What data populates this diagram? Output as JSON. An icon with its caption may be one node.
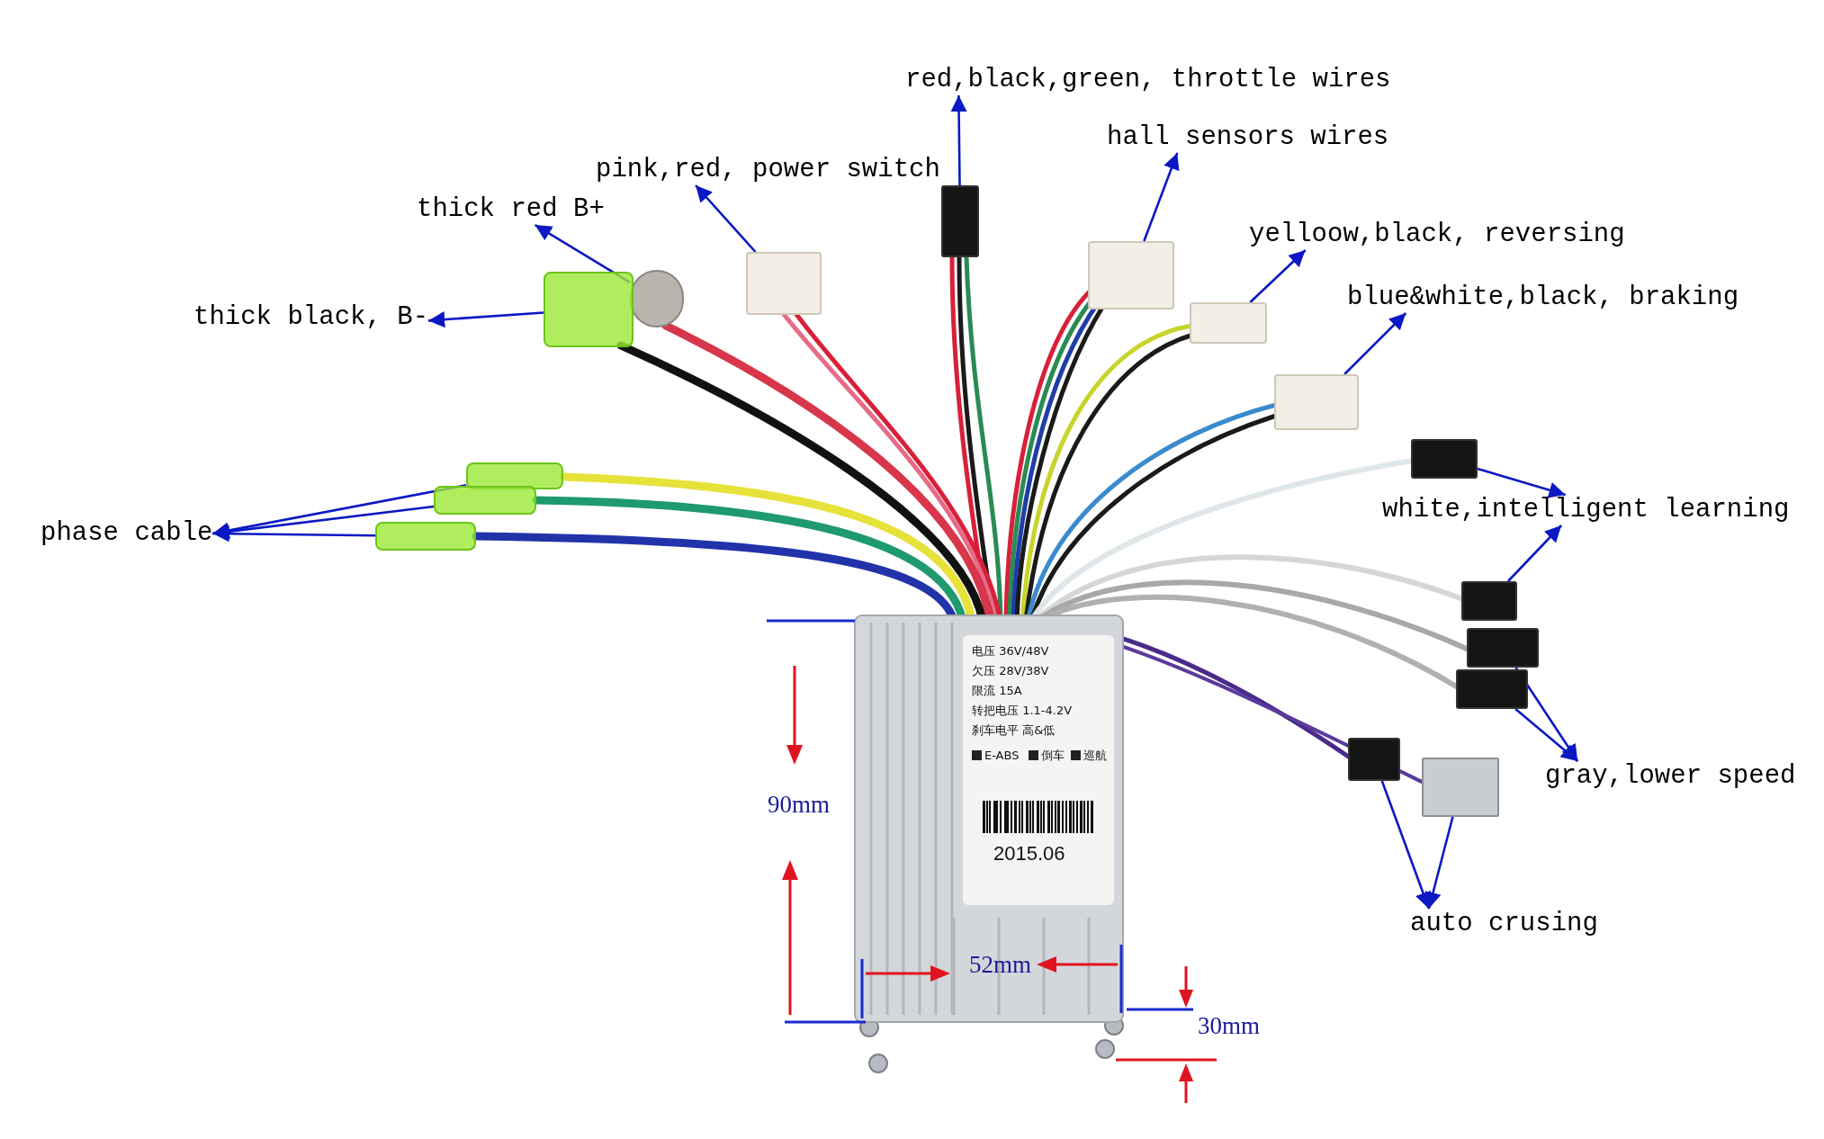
{
  "diagram": {
    "nodes": [
      {
        "text": [
          "red,black,green, throttle wires"
        ]
      },
      {
        "text": [
          "hall sensors wires"
        ]
      },
      {
        "text": [
          "pink,red, power switch"
        ]
      },
      {
        "text": [
          "thick red B+"
        ]
      },
      {
        "text": [
          "yelloow,black, reversing"
        ]
      },
      {
        "text": [],
        "shape": "box"
      },
      {
        "text": [],
        "shape": "box"
      },
      {
        "text": [],
        "shape": "box"
      },
      {
        "text": [],
        "shape": "box"
      },
      {
        "text": [
          "thick black, B-"
        ]
      },
      {
        "text": [],
        "shape": "box"
      },
      {
        "text": [],
        "shape": "box"
      },
      {
        "text": [
          "blue&white,black, braking"
        ]
      },
      {
        "text": [],
        "shape": "box"
      },
      {
        "text": [],
        "shape": "box"
      },
      {
        "text": [
          "phase cable"
        ]
      },
      {
        "text": [],
        "shape": "box"
      },
      {
        "text": [],
        "shape": "box"
      },
      {
        "text": [],
        "shape": "box"
      },
      {
        "text": [
          "white,intelligent learning"
        ]
      },
      {
        "text": [],
        "shape": "box"
      },
      {
        "text": [],
        "shape": "box"
      },
      {
        "text": [],
        "shape": "box"
      },
      {
        "text": [],
        "shape": "box"
      },
      {
        "text": [],
        "shape": "box"
      },
      {
        "text": [
          "gray,lower speed"
        ]
      },
      {
        "text": [
          "auto crusing"
        ]
      }
    ],
    "edges": [
      {
        "from": 5,
        "to": 0,
        "arrow": "to"
      },
      {
        "from": 6,
        "to": 1,
        "arrow": "to"
      },
      {
        "from": 7,
        "to": 2,
        "arrow": "to"
      },
      {
        "from": 8,
        "to": 3,
        "arrow": "to"
      },
      {
        "from": 10,
        "to": 9,
        "arrow": "to"
      },
      {
        "from": 11,
        "to": 4,
        "arrow": "to"
      },
      {
        "from": 13,
        "to": 12,
        "arrow": "to"
      },
      {
        "from": 16,
        "to": 15,
        "arrow": "to"
      },
      {
        "from": 17,
        "to": 15,
        "arrow": "to"
      },
      {
        "from": 18,
        "to": 15,
        "arrow": "to"
      },
      {
        "from": 14,
        "to": 19,
        "arrow": "to"
      },
      {
        "from": 20,
        "to": 19,
        "arrow": "to"
      },
      {
        "from": 21,
        "to": 25,
        "arrow": "to"
      },
      {
        "from": 22,
        "to": 25,
        "arrow": "to"
      },
      {
        "from": 23,
        "to": 26,
        "arrow": "to"
      },
      {
        "from": 24,
        "to": 26,
        "arrow": "to"
      }
    ],
    "labels": [
      "电压 36V/48V",
      "欠压 28V/38V",
      "限流 15A",
      "转把电压 1.1-4.2V",
      "刹车电平 高&低",
      "E-ABS",
      "倒车",
      "巡航",
      "2015.06",
      "90mm",
      "52mm",
      "30mm"
    ]
  }
}
